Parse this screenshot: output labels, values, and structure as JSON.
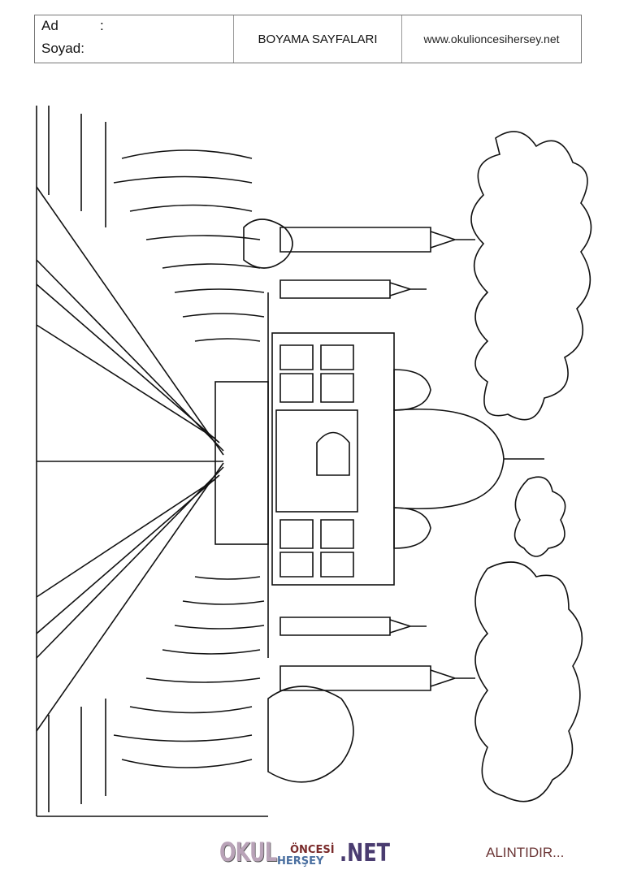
{
  "header": {
    "name_label": "Ad",
    "name_colon": ":",
    "surname_label": "Soyad:",
    "title": "BOYAMA SAYFALARI",
    "website": "www.okulioncesihersey.net"
  },
  "footer": {
    "logo": {
      "part1": "OKUL",
      "part2": "ÖNCESİ",
      "part3": "HERŞEY",
      "part4": ".NET"
    },
    "credit": "ALINTIDIR..."
  }
}
